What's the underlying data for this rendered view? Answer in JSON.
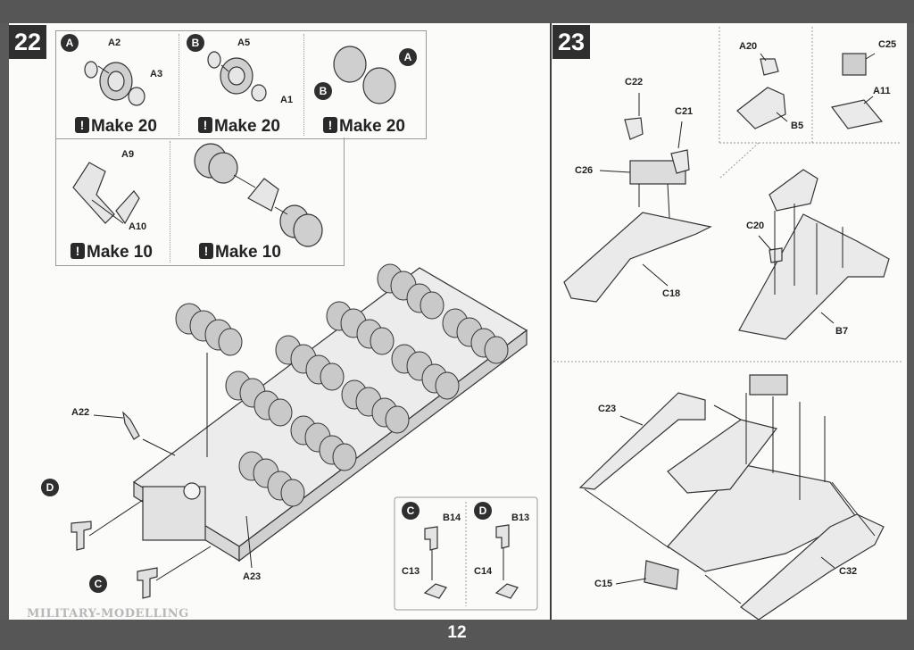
{
  "page": {
    "number": "12",
    "watermark": "MILITARY-MODELLING"
  },
  "step22": {
    "number": "22",
    "subassemblies": [
      {
        "label": "A",
        "parts": [
          "A2",
          "A3"
        ],
        "instruction": "Make 20"
      },
      {
        "label": "B",
        "parts": [
          "A5",
          "A1"
        ],
        "instruction": "Make 20"
      },
      {
        "labels": [
          "A",
          "B"
        ],
        "instruction": "Make 20"
      },
      {
        "parts": [
          "A9",
          "A10"
        ],
        "instruction": "Make 10"
      },
      {
        "instruction": "Make 10"
      }
    ],
    "callouts": [
      "A22",
      "A23"
    ],
    "markers": [
      "D",
      "C"
    ],
    "inset": {
      "C": {
        "label": "C",
        "parts": [
          "B14",
          "C13"
        ]
      },
      "D": {
        "label": "D",
        "parts": [
          "B13",
          "C14"
        ]
      }
    }
  },
  "step23": {
    "number": "23",
    "callouts": [
      "C22",
      "C21",
      "C26",
      "C18",
      "A20",
      "B5",
      "C25",
      "A11",
      "C20",
      "B7",
      "C23",
      "C15",
      "C32"
    ]
  }
}
